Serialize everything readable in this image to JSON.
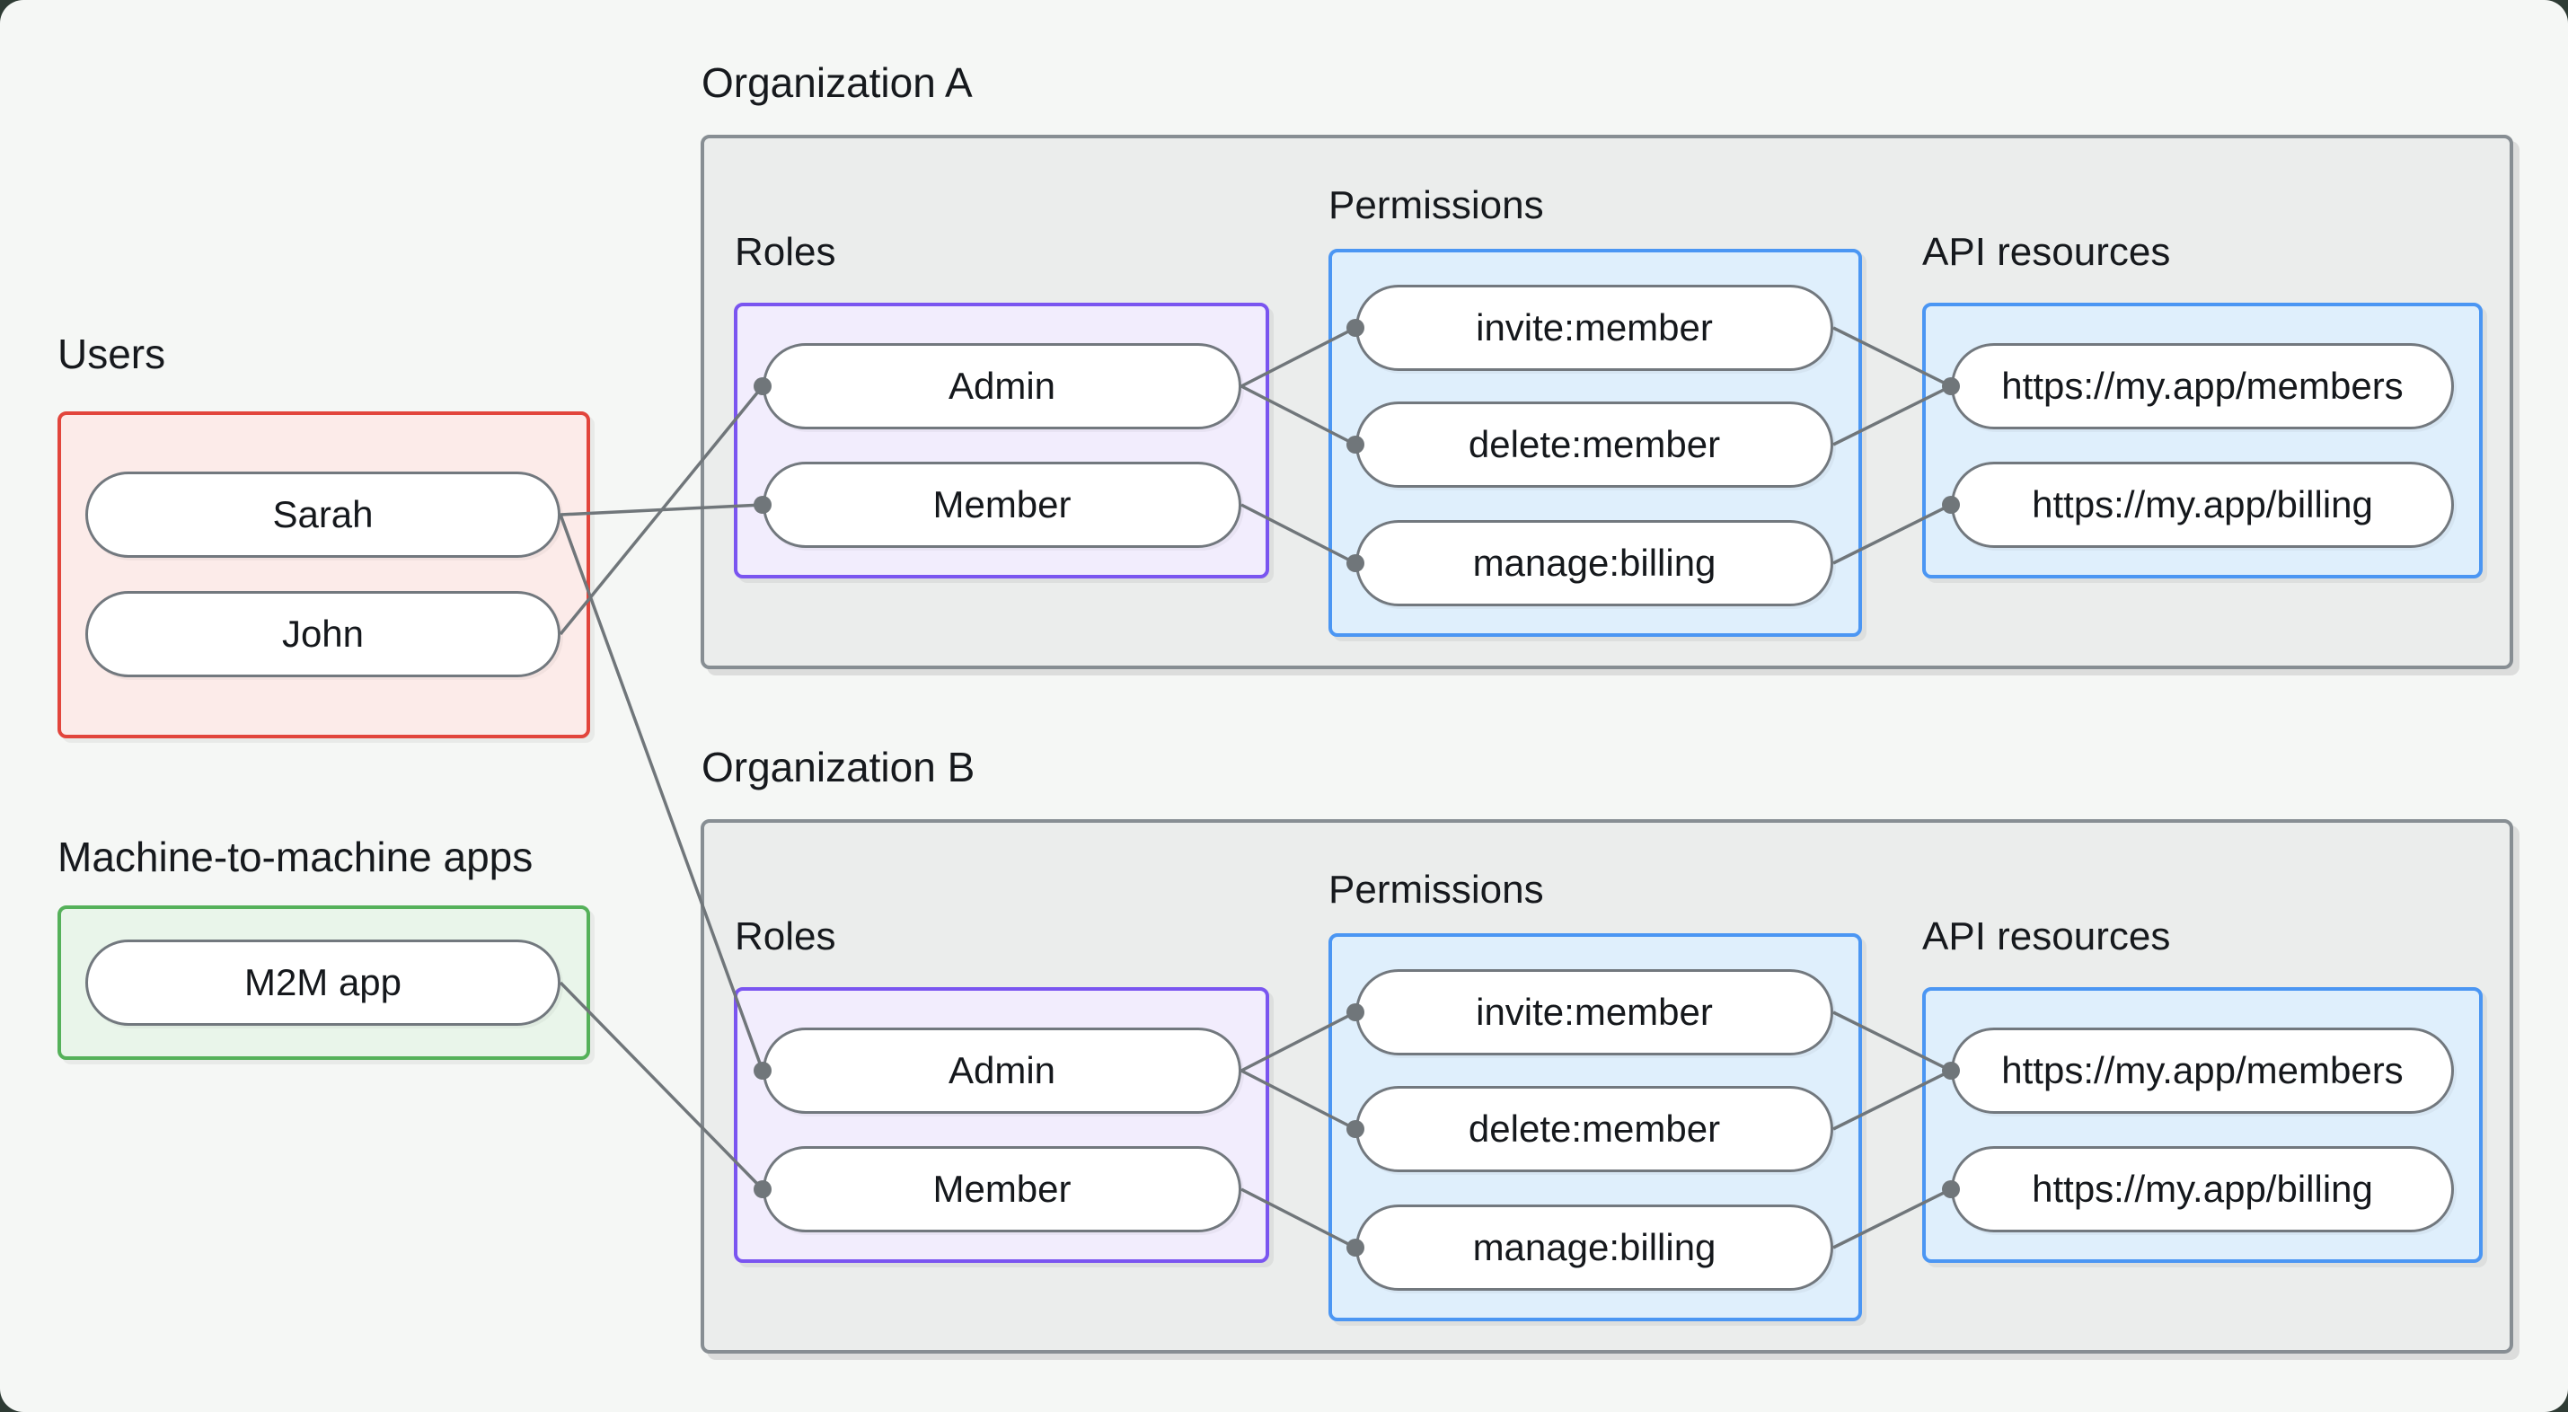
{
  "groups": {
    "users": {
      "label": "Users",
      "nodes": [
        "Sarah",
        "John"
      ]
    },
    "m2m_apps": {
      "label": "Machine-to-machine apps",
      "nodes": [
        "M2M app"
      ]
    }
  },
  "organizations": [
    {
      "label": "Organization A",
      "sections": {
        "roles": "Roles",
        "permissions": "Permissions",
        "api_resources": "API resources"
      },
      "roles": [
        "Admin",
        "Member"
      ],
      "permissions": [
        "invite:member",
        "delete:member",
        "manage:billing"
      ],
      "api_resources": [
        "https://my.app/members",
        "https://my.app/billing"
      ]
    },
    {
      "label": "Organization B",
      "sections": {
        "roles": "Roles",
        "permissions": "Permissions",
        "api_resources": "API resources"
      },
      "roles": [
        "Admin",
        "Member"
      ],
      "permissions": [
        "invite:member",
        "delete:member",
        "manage:billing"
      ],
      "api_resources": [
        "https://my.app/members",
        "https://my.app/billing"
      ]
    }
  ],
  "edges": [
    {
      "from": "Sarah",
      "to": "Organization A / Member"
    },
    {
      "from": "John",
      "to": "Organization A / Admin"
    },
    {
      "from": "Sarah",
      "to": "Organization B / Admin"
    },
    {
      "from": "M2M app",
      "to": "Organization B / Member"
    },
    {
      "from": "Organization A / Admin",
      "to": "Organization A / invite:member"
    },
    {
      "from": "Organization A / Admin",
      "to": "Organization A / delete:member"
    },
    {
      "from": "Organization A / Member",
      "to": "Organization A / manage:billing"
    },
    {
      "from": "Organization A / invite:member",
      "to": "Organization A / https://my.app/members"
    },
    {
      "from": "Organization A / delete:member",
      "to": "Organization A / https://my.app/members"
    },
    {
      "from": "Organization A / manage:billing",
      "to": "Organization A / https://my.app/billing"
    },
    {
      "from": "Organization B / Admin",
      "to": "Organization B / invite:member"
    },
    {
      "from": "Organization B / Admin",
      "to": "Organization B / delete:member"
    },
    {
      "from": "Organization B / Member",
      "to": "Organization B / manage:billing"
    },
    {
      "from": "Organization B / invite:member",
      "to": "Organization B / https://my.app/members"
    },
    {
      "from": "Organization B / delete:member",
      "to": "Organization B / https://my.app/members"
    },
    {
      "from": "Organization B / manage:billing",
      "to": "Organization B / https://my.app/billing"
    }
  ],
  "colors": {
    "background": "#f5f7f5",
    "org_box_fill": "#ebedec",
    "org_box_border": "#878e93",
    "users_fill": "#fcebe9",
    "users_border": "#e2453c",
    "m2m_fill": "#e9f5ea",
    "m2m_border": "#55b15a",
    "roles_fill": "#f2edfd",
    "roles_border": "#7a55f0",
    "permissions_fill": "#dfeffc",
    "permissions_border": "#4b96f3",
    "node_fill": "#ffffff",
    "node_border": "#72787e",
    "edge": "#70767a",
    "text": "#15181c"
  }
}
